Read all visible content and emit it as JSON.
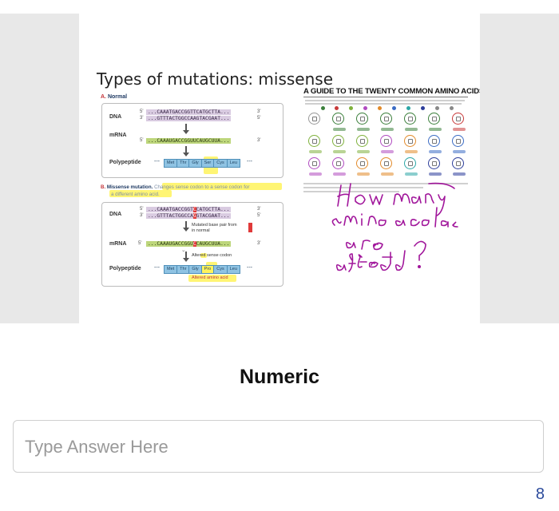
{
  "slide": {
    "title": "Types of mutations: missense",
    "normal": {
      "section_letter": "A.",
      "section_name": "Normal",
      "dna_label": "DNA",
      "mrna_label": "mRNA",
      "polypeptide_label": "Polypeptide",
      "dna_top": "...CAAATGACCGGTTCATGCTTA...",
      "dna_bottom": "...GTTTACTGGCCAAGTACGAAT...",
      "mrna": "...CAAAUGACCGGUUCAUGCUUA...",
      "prime_5": "5'",
      "prime_3": "3'",
      "amino_acids": [
        "Met",
        "Thr",
        "Gly",
        "Ser",
        "Cys",
        "Leu"
      ]
    },
    "missense": {
      "section_letter": "B.",
      "section_name": "Missense mutation.",
      "description": "Changes sense codon to a sense codon for",
      "description_line2": "a different amino acid.",
      "dna_label": "DNA",
      "mrna_label": "mRNA",
      "polypeptide_label": "Polypeptide",
      "dna_top_a": "...CAAATGACCGGT",
      "dna_top_mut": "C",
      "dna_top_b": "CATGCTTA...",
      "dna_bottom_a": "...GTTTACTGGCCA",
      "dna_bottom_mut": "G",
      "dna_bottom_b": "GTACGAAT...",
      "mrna_a": "...CAAAUGACCGGU",
      "mrna_mut": "C",
      "mrna_b": "CAUGCUUA...",
      "prime_5": "5'",
      "prime_3": "3'",
      "mutated_note_line1": "Mutated base pair from",
      "mutated_note_line2": "in normal",
      "altered_codon_note": "Altered sense codon",
      "altered_aa_note": "Altered amino acid",
      "amino_acids": [
        "Met",
        "Thr",
        "Gly",
        "Pro",
        "Cys",
        "Leu"
      ]
    },
    "guide": {
      "title": "A GUIDE TO THE TWENTY COMMON AMINO ACIDS"
    }
  },
  "question": {
    "type_label": "Numeric"
  },
  "answer": {
    "placeholder": "Type Answer Here"
  },
  "page_number": "8",
  "colors": {
    "dna_highlight": "#d9cbe1",
    "mrna_highlight": "#bdd67b",
    "mutation_red": "#e03a3a",
    "highlighter_yellow": "#fff35c",
    "ink_purple": "#a1169b",
    "page_number_blue": "#2b4a9b"
  }
}
